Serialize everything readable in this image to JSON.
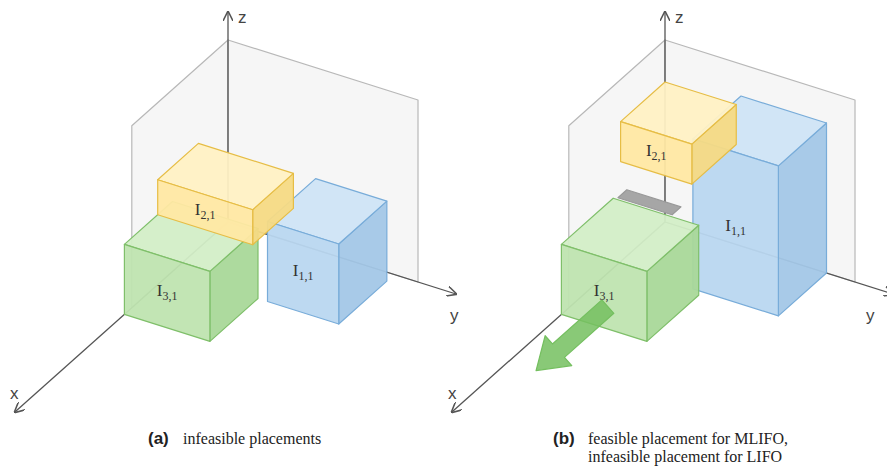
{
  "diagram": {
    "nodes": [
      {
        "text": [
          "I2,1"
        ]
      },
      {
        "text": [
          "I1,1"
        ]
      },
      {
        "text": [
          "I3,1"
        ]
      },
      {
        "text": [
          "I2,1"
        ]
      },
      {
        "text": [
          "I1,1"
        ]
      },
      {
        "text": [
          "I3,1"
        ]
      }
    ],
    "labels": [
      "z",
      "y",
      "x",
      "z",
      "y",
      "x",
      "(a)",
      "infeasible placements",
      "(b)",
      "feasible placement for MLIFO, infeasible placement for LIFO"
    ]
  }
}
